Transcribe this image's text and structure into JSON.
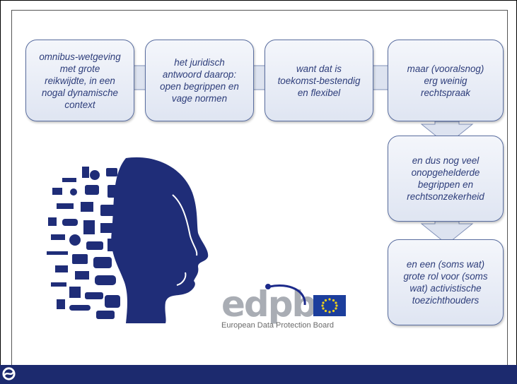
{
  "boxes": [
    {
      "lines": [
        "omnibus-wetgeving",
        "met grote",
        "reikwijdte, in een",
        "nogal dynamische",
        "context"
      ]
    },
    {
      "lines": [
        "het juridisch",
        "antwoord daarop:",
        "open begrippen en",
        "vage normen"
      ]
    },
    {
      "lines": [
        "want dat is",
        "toekomst-bestendig",
        "en flexibel"
      ]
    },
    {
      "lines": [
        "maar (vooralsnog)",
        "erg weinig",
        "rechtspraak"
      ]
    },
    {
      "lines": [
        "en dus nog veel",
        "onopgehelderde",
        "begrippen en",
        "rechtsonzekerheid"
      ]
    },
    {
      "lines": [
        "en een (soms wat)",
        "grote rol voor (soms",
        "wat) activistische",
        "toezichthouders"
      ]
    }
  ],
  "logo": {
    "wordmark": "edpb",
    "subtitle": "European Data Protection Board"
  },
  "colors": {
    "box_text": "#2d3d7a",
    "box_border": "#5a6ea0",
    "footer": "#1c2a6e",
    "head": "#1f2d78"
  }
}
